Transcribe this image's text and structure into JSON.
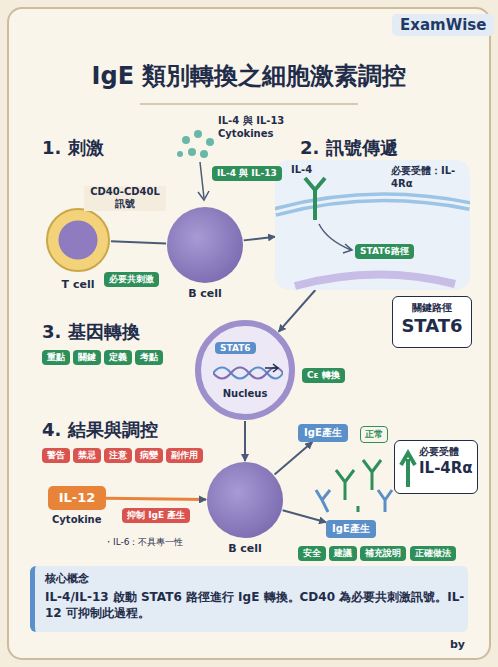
{
  "diagram": {
    "title": "IgE 類別轉換之細胞激素調控",
    "nodes": [
      {
        "text": [
          "T cell"
        ]
      },
      {
        "text": [
          "B cell"
        ]
      },
      {
        "text": [
          "IL-4",
          "必要受體：IL-4Rα",
          "STAT6路徑"
        ]
      },
      {
        "text": [
          "關鍵路徑",
          "STAT6"
        ]
      },
      {
        "text": [
          "STAT6",
          "Nucleus"
        ]
      },
      {
        "text": [
          "B cell"
        ]
      },
      {
        "text": [
          "IL-12"
        ]
      },
      {
        "text": [
          "IgE產生"
        ]
      },
      {
        "text": [
          "IgE產生"
        ]
      },
      {
        "text": [
          "必要受體",
          "IL-4Rα"
        ]
      },
      {
        "text": [
          "核心概念",
          "IL-4/IL-13 啟動 STAT6 路徑進行 IgE 轉換。CD40 為必要共刺激訊號。IL-12 可抑制此過程。"
        ]
      }
    ],
    "edges": [
      {
        "from": 0,
        "to": 1,
        "arrow": "none",
        "label": "CD40-CD40L 訊號"
      },
      {
        "from": 1,
        "to": 2,
        "arrow": "to"
      },
      {
        "from": 2,
        "to": 4,
        "arrow": "to"
      },
      {
        "from": 4,
        "to": 5,
        "arrow": "to"
      },
      {
        "from": 6,
        "to": 5,
        "arrow": "to",
        "label": "抑制 IgE 產生"
      },
      {
        "from": 5,
        "to": 7,
        "arrow": "to"
      },
      {
        "from": 5,
        "to": 8,
        "arrow": "to"
      }
    ],
    "labels": [
      "ExamWise",
      "1. 刺激",
      "IL-4 與 IL-13 Cytokines",
      "IL-4 與 IL-13",
      "必要共刺激",
      "2. 訊號傳遞",
      "3. 基因轉換",
      "重點",
      "關鍵",
      "定義",
      "考點",
      "Cε 轉換",
      "4. 結果與調控",
      "警告",
      "禁忌",
      "注意",
      "病變",
      "副作用",
      "Cytokine",
      "・IL-6：不具專一性",
      "正常",
      "安全",
      "建議",
      "補充說明",
      "正確做法",
      "by"
    ]
  }
}
